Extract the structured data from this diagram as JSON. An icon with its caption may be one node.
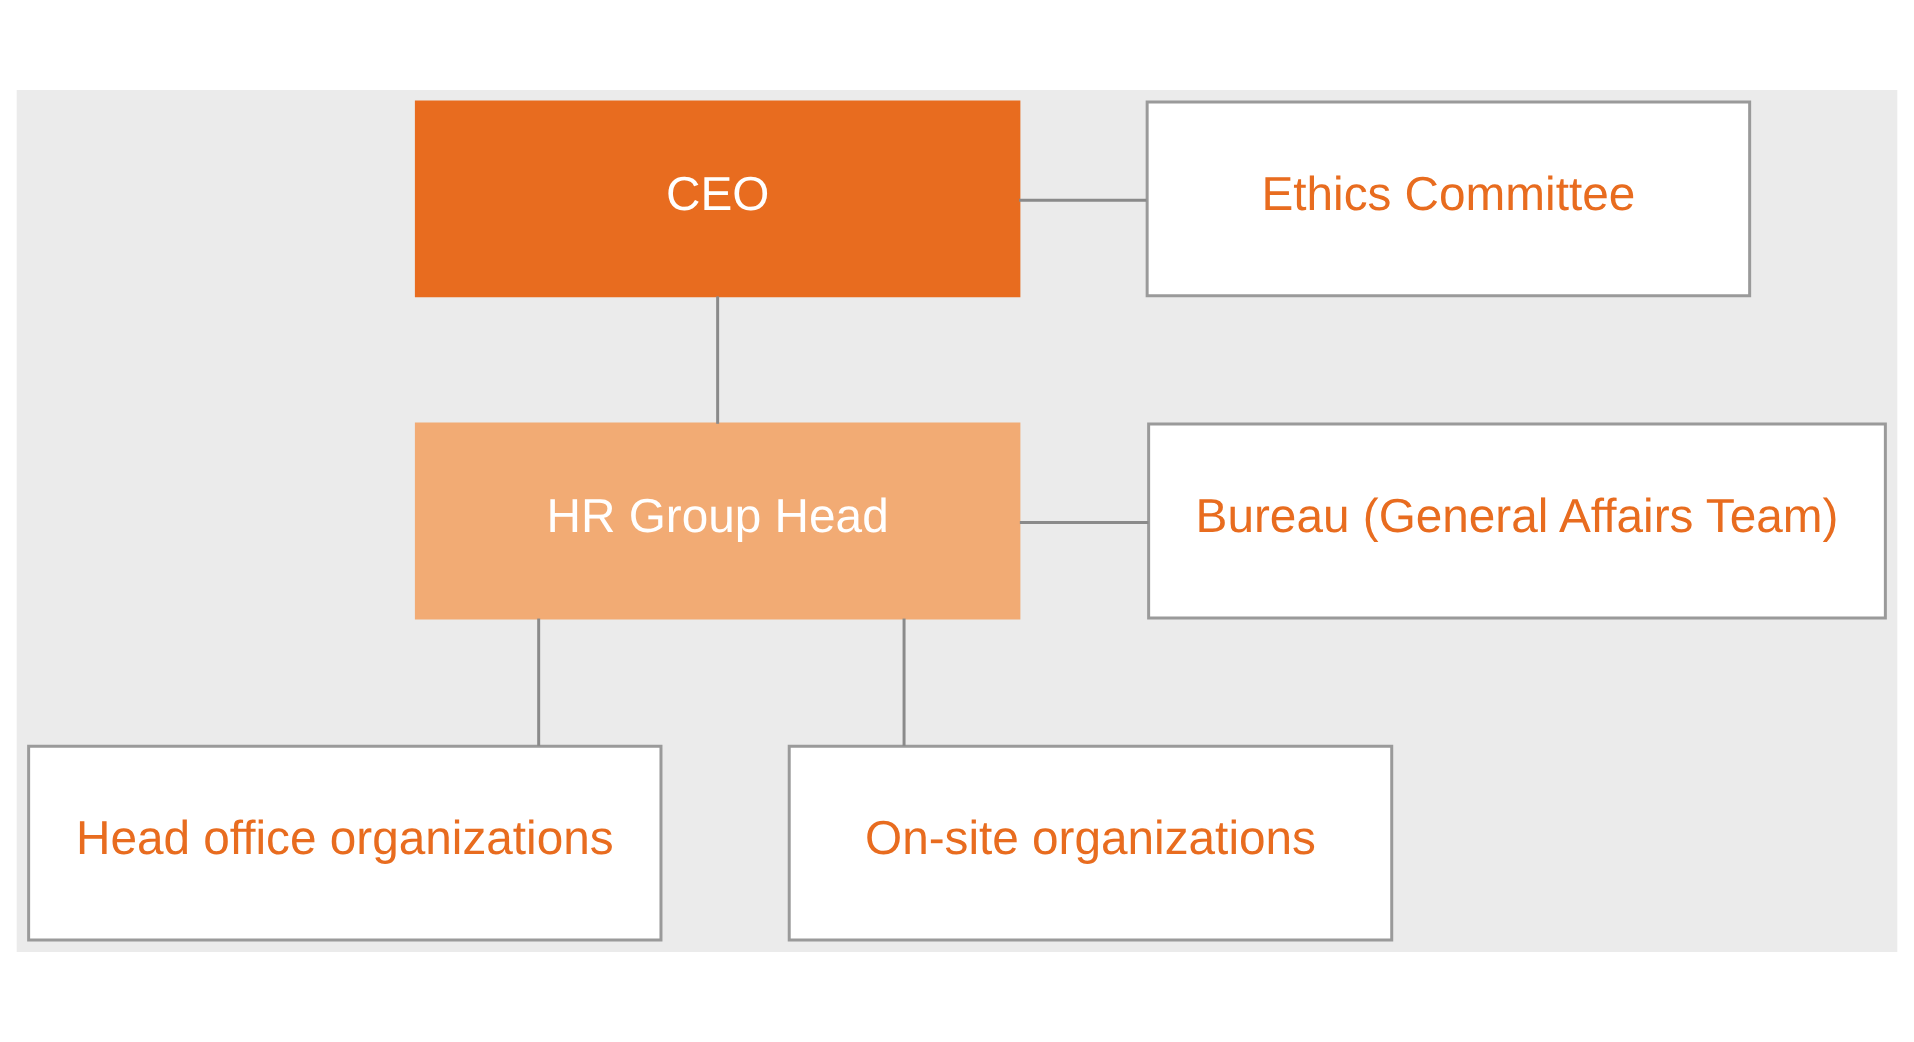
{
  "diagram": {
    "nodes": [
      {
        "text": [
          "CEO"
        ]
      },
      {
        "text": [
          "Ethics Committee"
        ]
      },
      {
        "text": [
          "HR Group Head"
        ]
      },
      {
        "text": [
          "Bureau (General Affairs Team)"
        ]
      },
      {
        "text": [
          "Head office organizations"
        ]
      },
      {
        "text": [
          "On-site organizations"
        ]
      }
    ],
    "edges": [
      {
        "from": 0,
        "to": 2,
        "arrow": "none"
      },
      {
        "from": 0,
        "to": 1,
        "arrow": "none"
      },
      {
        "from": 2,
        "to": 3,
        "arrow": "none"
      },
      {
        "from": 2,
        "to": 4,
        "arrow": "none"
      },
      {
        "from": 2,
        "to": 5,
        "arrow": "none"
      }
    ]
  }
}
